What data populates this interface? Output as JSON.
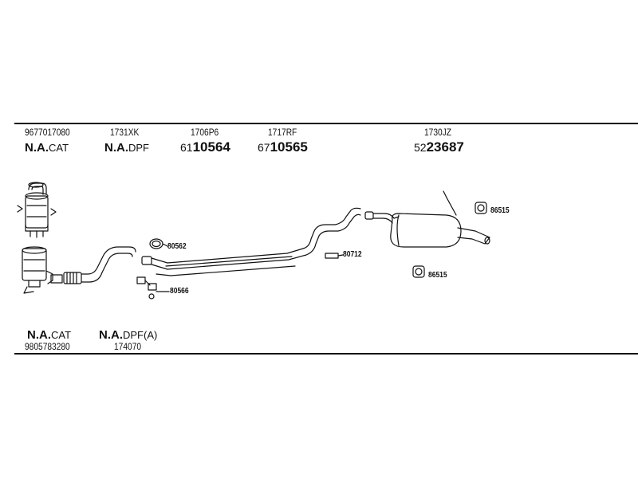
{
  "top_labels": [
    {
      "part_no": "9677017080",
      "na": "N.A.",
      "suffix": "CAT"
    },
    {
      "part_no": "1731XK",
      "na": "N.A.",
      "suffix": "DPF"
    },
    {
      "part_no": "1706P6",
      "ref_prefix": "61",
      "ref_main": "10564"
    },
    {
      "part_no": "1717RF",
      "ref_prefix": "67",
      "ref_main": "10565"
    },
    {
      "part_no": "1730JZ",
      "ref_prefix": "52",
      "ref_main": "23687"
    }
  ],
  "bottom_labels": [
    {
      "na": "N.A.",
      "suffix": "CAT",
      "part_no": "9805783280"
    },
    {
      "na": "N.A.",
      "suffix": "DPF(A)",
      "part_no": "174070"
    }
  ],
  "callouts": {
    "clamp_upper": "80562",
    "clamp_lower": "80566",
    "gasket": "80712",
    "hanger_upper": "86515",
    "hanger_lower": "86515"
  }
}
